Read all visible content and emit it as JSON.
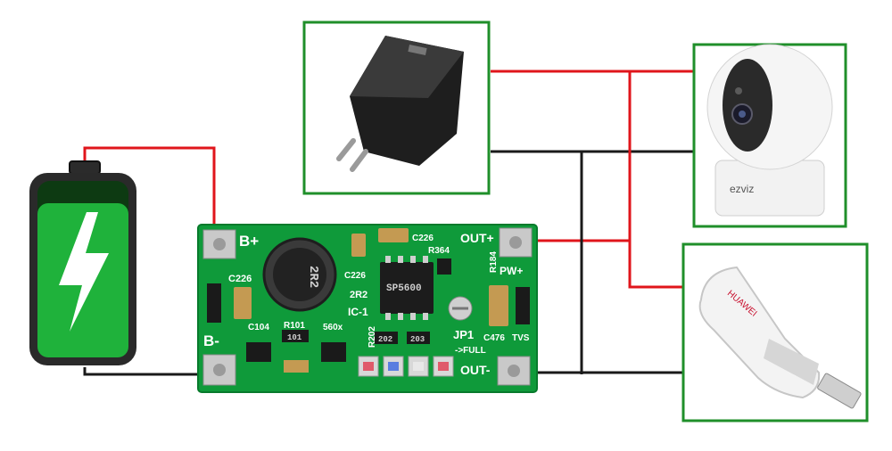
{
  "colors": {
    "wire_positive": "#e0151b",
    "wire_negative": "#1a1a1a",
    "frame": "#1f8f2a",
    "pcb": "#0f9a3a",
    "battery_fill": "#1fb23b"
  },
  "pcb": {
    "pad_labels": {
      "b_plus": "B+",
      "b_minus": "B-",
      "out_plus": "OUT+",
      "out_minus": "OUT-",
      "pw_plus": "PW+"
    },
    "component_labels": {
      "c226_left": "C226",
      "c226_top": "C226",
      "c226_mid": "C226",
      "r364": "R364",
      "r184": "R184",
      "inductor_mark": "2R2",
      "inductor_label": "2R2",
      "ic_label": "IC-1",
      "ic_marking": "SP5600",
      "c104": "C104",
      "r101": "R101",
      "r202": "R202",
      "code_560x": "560x",
      "jp1": "JP1",
      "full": "->FULL",
      "c476": "C476",
      "tvs": "TVS",
      "res_101": "101",
      "res_202": "202",
      "res_203": "203"
    }
  },
  "devices": {
    "camera_brand": "ezviz",
    "modem_brand": "HUAWEI"
  }
}
